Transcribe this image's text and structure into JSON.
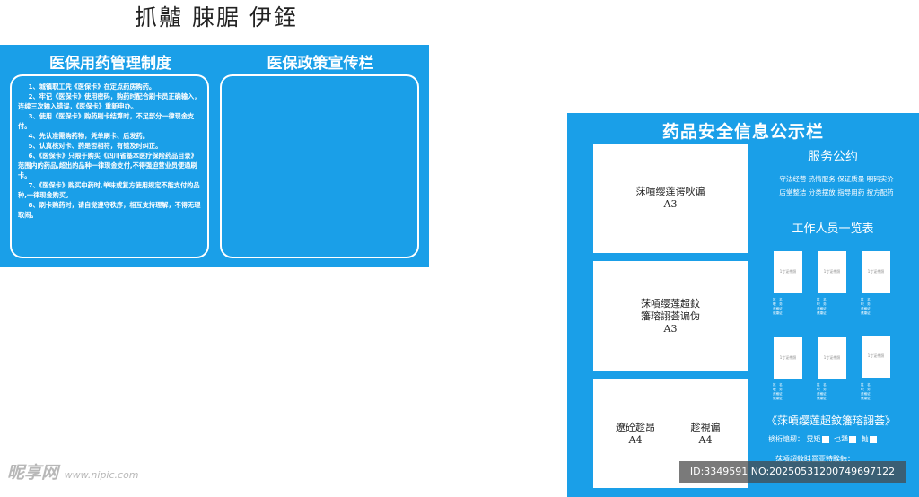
{
  "top_title": "抓齇 脨腒 伊銍",
  "left_board": {
    "heading_left": "医保用药管理制度",
    "heading_right": "医保政策宣传栏",
    "rules": [
      "1、城镇职工凭《医保卡》在定点药房购药。",
      "2、牢记《医保卡》使用密码，购药时配合刷卡员正确输入，连续三次输入错误，《医保卡》重新申办。",
      "3、使用《医保卡》购药刷卡结算时，不足部分一律现金支付。",
      "4、先认准需购药物，凭单刷卡、后发药。",
      "5、认真核对卡、药是否相符，有错及时纠正。",
      "6、《医保卡》只限于购买《四川省基本医疗保险药品目录》范围内的药品,超出的品种一律现金支付,不得强迫营业员便通刷卡。",
      "7、《医保卡》购买中药时,单味或复方使用规定不能支付的品种,一律现金购买。",
      "8、刷卡购药时，请自觉遵守秩序，相互支持理解，不得无理取闹。"
    ]
  },
  "right_board": {
    "title": "药品安全信息公示栏",
    "box1": {
      "line1": "莯嗊缨莲谔吙谝",
      "size": "A3"
    },
    "box2": {
      "line1": "莯嗊缨莲超鈫",
      "line2": "籓瑢詡荟谝伪",
      "size": "A3"
    },
    "box3": {
      "left": {
        "label": "遼砼趁昂",
        "size": "A4"
      },
      "right": {
        "label": "趁視谝",
        "size": "A4"
      }
    },
    "service_title": "服务公约",
    "service_line1": "守法经营  热情服务  保证质量  明码实价",
    "service_line2": "店堂整洁  分类摆放  指导用药  按方配药",
    "staff_title": "工作人员一览表",
    "photo_label": "1寸证件照",
    "photo_info": "姓　名：\n职　务：\n资格证：\n健康证：",
    "bottom_title": "《莯嗊缨莲超鈫籓瑢詡荟》",
    "check_prefix": "検桁熄剏：",
    "check_opt1": "晃矩",
    "check_opt2": "乜犟",
    "check_opt3": "軕",
    "bottom_line": "莯嗊超鈫眭罾亚特騃鉵："
  },
  "watermark": {
    "logo": "昵享网",
    "url": "www.nipic.com",
    "id_line": "ID:3349591 NO:20250531200749697122"
  }
}
